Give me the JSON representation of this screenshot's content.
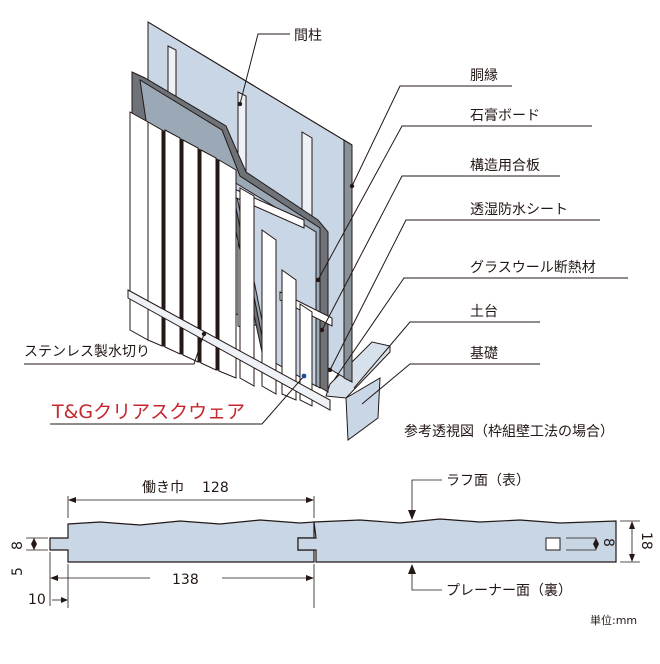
{
  "figure": {
    "caption": "参考透視図（枠組壁工法の場合）",
    "unit": "単位:mm"
  },
  "labels": {
    "stud": "間柱",
    "furring": "胴縁",
    "gypsum_board": "石膏ボード",
    "structural_plywood": "構造用合板",
    "breathable_sheet": "透湿防水シート",
    "glass_wool": "グラスウール断熱材",
    "sill": "土台",
    "foundation": "基礎",
    "stainless_flashing": "ステンレス製水切り",
    "product_name": "T&Gクリアスクウェア"
  },
  "section": {
    "working_width_label": "働き巾",
    "working_width": "128",
    "total_width": "138",
    "dim_5": "5",
    "dim_8_left": "8",
    "dim_10": "10",
    "dim_8_right": "8",
    "dim_18": "18",
    "rough_face": "ラフ面（表）",
    "planer_face": "プレーナー面（裏）"
  },
  "colors": {
    "line": "#231815",
    "light_blue": "#c8d6e6",
    "mid_blue": "#b2c4d8",
    "dark_board": "#6d7378",
    "product_red": "#c6262e"
  }
}
